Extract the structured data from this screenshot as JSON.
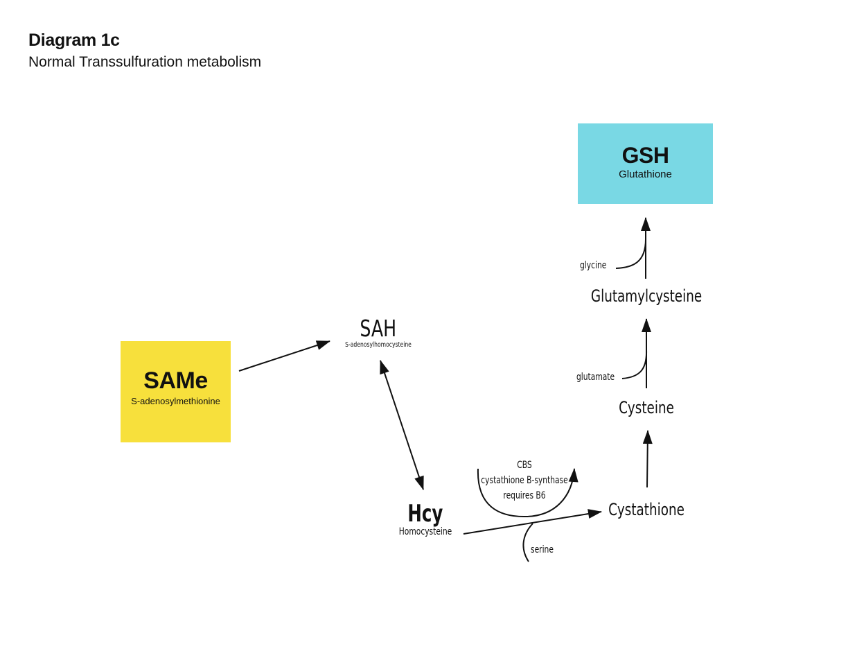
{
  "header": {
    "title": "Diagram 1c",
    "subtitle": "Normal Transsulfuration metabolism"
  },
  "colors": {
    "same_fill": "#f7e03c",
    "gsh_fill": "#79d8e4",
    "arrow": "#111111"
  },
  "nodes": {
    "same": {
      "abbr": "SAMe",
      "full": "S-adenosylmethionine"
    },
    "sah": {
      "abbr": "SAH",
      "full": "S-adenosylhomocysteine"
    },
    "hcy": {
      "abbr": "Hcy",
      "full": "Homocysteine"
    },
    "cystathione": {
      "label": "Cystathione"
    },
    "cysteine": {
      "label": "Cysteine"
    },
    "glutamylcysteine": {
      "label": "Glutamylcysteine"
    },
    "gsh": {
      "abbr": "GSH",
      "full": "Glutathione"
    }
  },
  "enzyme": {
    "line1": "CBS",
    "line2": "cystathione B-synthase",
    "line3": "requires B6"
  },
  "inputs": {
    "serine": "serine",
    "glutamate": "glutamate",
    "glycine": "glycine"
  }
}
